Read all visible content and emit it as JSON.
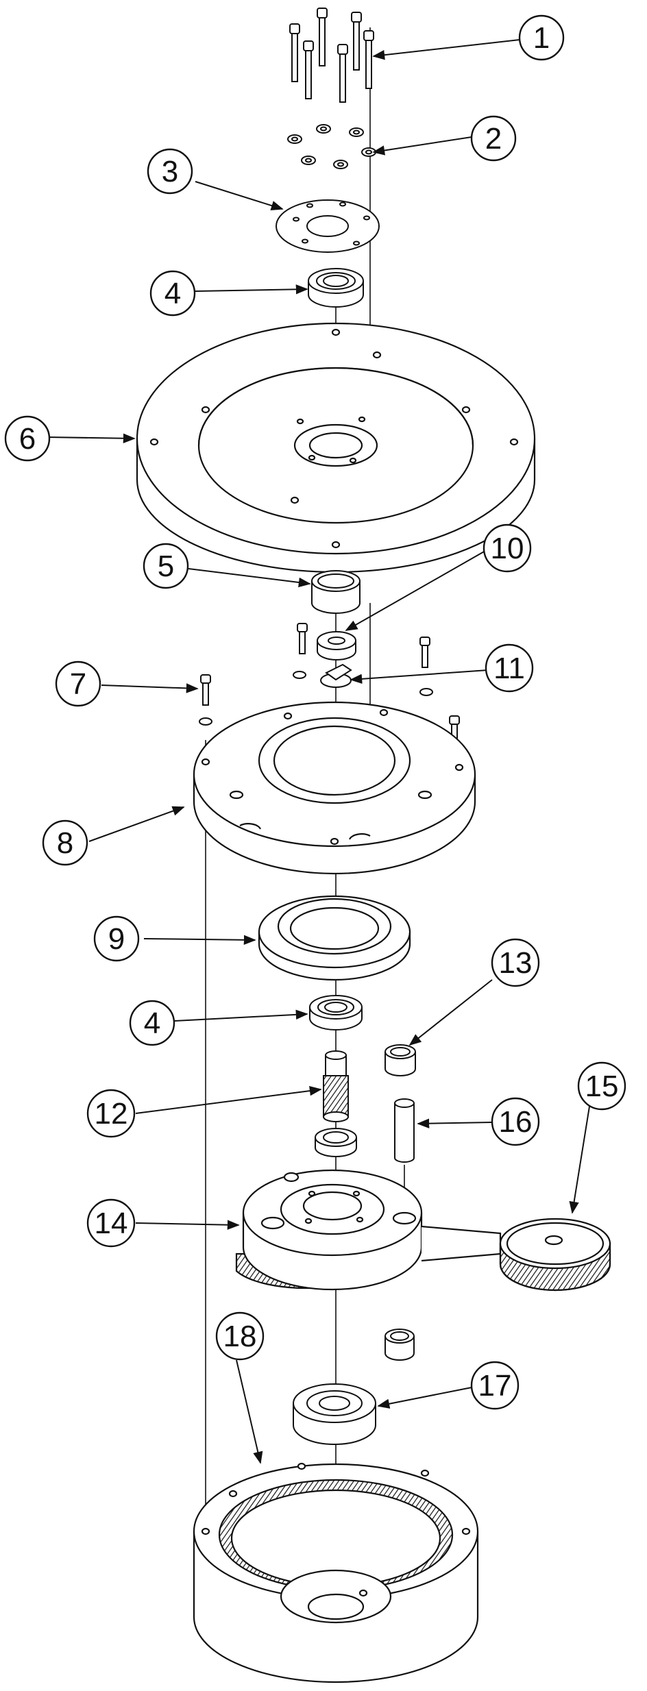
{
  "diagram": {
    "callouts": [
      {
        "id": "c1",
        "label": "1"
      },
      {
        "id": "c2",
        "label": "2"
      },
      {
        "id": "c3",
        "label": "3"
      },
      {
        "id": "c4a",
        "label": "4"
      },
      {
        "id": "c6",
        "label": "6"
      },
      {
        "id": "c5",
        "label": "5"
      },
      {
        "id": "c10",
        "label": "10"
      },
      {
        "id": "c11",
        "label": "11"
      },
      {
        "id": "c7",
        "label": "7"
      },
      {
        "id": "c8",
        "label": "8"
      },
      {
        "id": "c9",
        "label": "9"
      },
      {
        "id": "c13",
        "label": "13"
      },
      {
        "id": "c4b",
        "label": "4"
      },
      {
        "id": "c15",
        "label": "15"
      },
      {
        "id": "c12",
        "label": "12"
      },
      {
        "id": "c16",
        "label": "16"
      },
      {
        "id": "c14",
        "label": "14"
      },
      {
        "id": "c18",
        "label": "18"
      },
      {
        "id": "c17",
        "label": "17"
      }
    ],
    "line_color": "#111111",
    "background": "#ffffff"
  }
}
